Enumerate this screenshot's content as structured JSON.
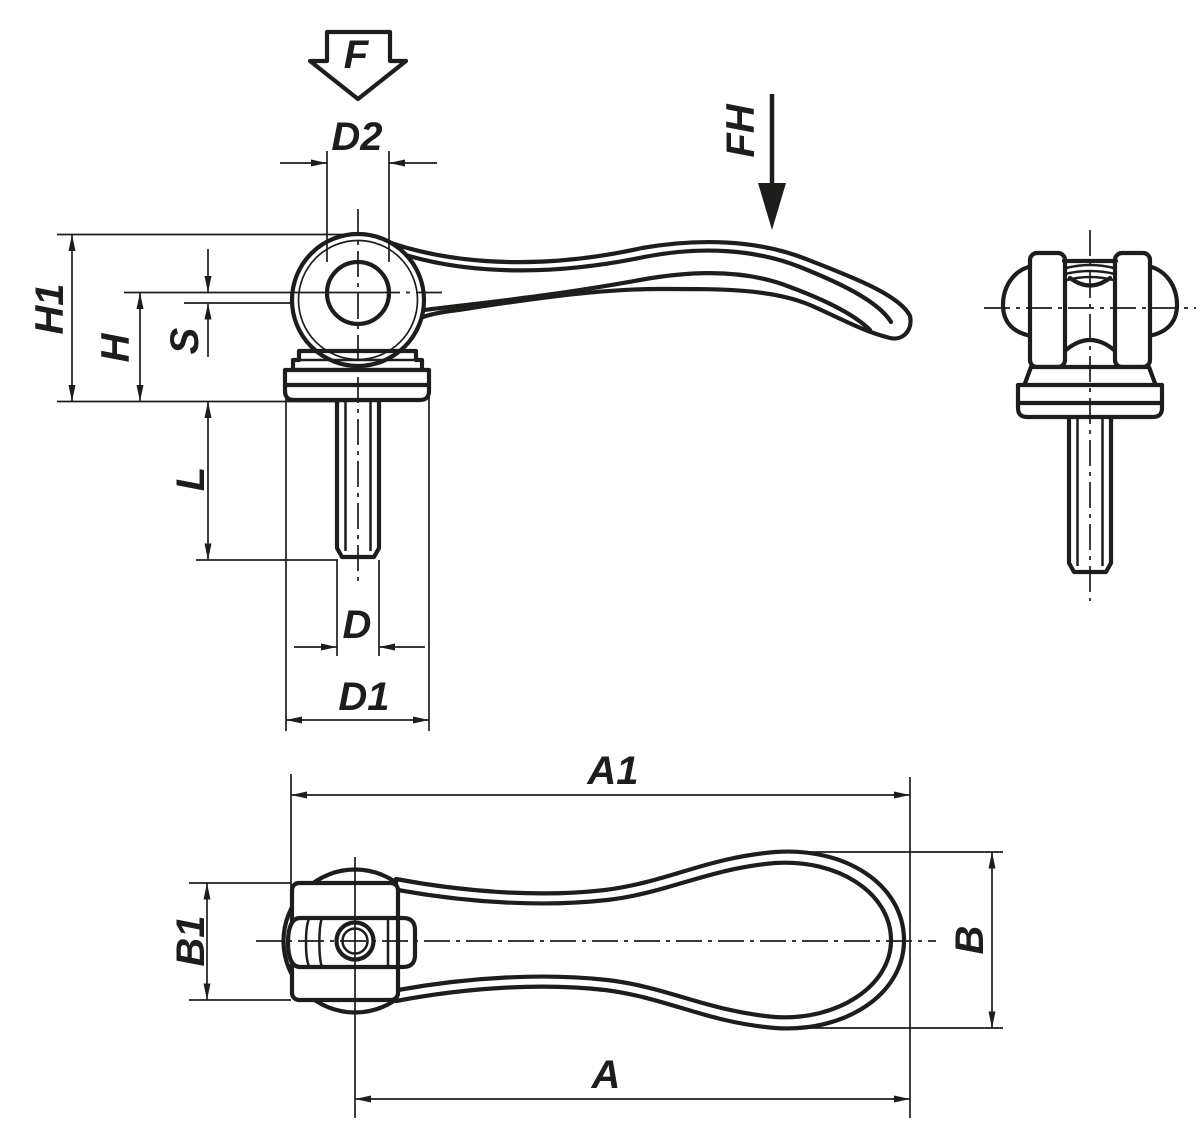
{
  "drawing_type": "technical-dimension-drawing",
  "labels": {
    "force": "F",
    "force_handle": "FH",
    "dim_d2": "D2",
    "dim_h1": "H1",
    "dim_h": "H",
    "dim_s": "S",
    "dim_l": "L",
    "dim_d": "D",
    "dim_d1": "D1",
    "dim_a1": "A1",
    "dim_b1": "B1",
    "dim_b": "B",
    "dim_a": "A"
  },
  "colors": {
    "line": "#1d1d1b",
    "background": "#ffffff"
  }
}
